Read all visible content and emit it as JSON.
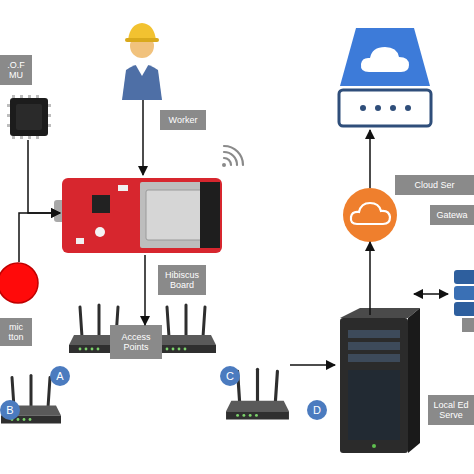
{
  "diagram": {
    "nodes": [
      {
        "text": [
          ".O.F MU"
        ]
      },
      {
        "text": [
          "Worker"
        ]
      },
      {
        "text": [
          "Hibiscus Board"
        ]
      },
      {
        "text": [
          "mic tton"
        ]
      },
      {
        "text": [
          "Access Points"
        ]
      },
      {
        "text": [
          "A"
        ]
      },
      {
        "text": [
          "C"
        ]
      },
      {
        "text": [
          "B"
        ]
      },
      {
        "text": [
          "D"
        ]
      },
      {
        "text": [
          "Local Ed Serve"
        ]
      },
      {
        "text": [
          "Gatewa"
        ]
      },
      {
        "text": [
          "Cloud Ser"
        ]
      }
    ],
    "edges": [
      {
        "from": 1,
        "to": 2,
        "arrow": "to"
      },
      {
        "from": 0,
        "to": 2,
        "arrow": "to"
      },
      {
        "from": 3,
        "to": 2,
        "arrow": "to"
      },
      {
        "from": 2,
        "to": 4,
        "arrow": "to"
      },
      {
        "from": 8,
        "to": 9,
        "arrow": "to"
      },
      {
        "from": 9,
        "to": 10,
        "arrow": "to"
      },
      {
        "from": 10,
        "to": 11,
        "arrow": "to"
      }
    ]
  }
}
